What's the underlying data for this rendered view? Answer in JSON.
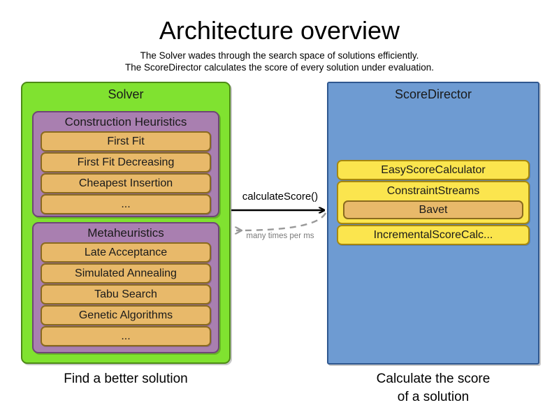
{
  "header": {
    "title": "Architecture overview",
    "subtitles": [
      "The Solver wades through the search space of solutions efficiently.",
      "The ScoreDirector calculates the score of every solution under evaluation."
    ]
  },
  "colors": {
    "solver_panel": "#80E230",
    "solver_panel_border": "#4d8a16",
    "group_box": "#A97FB0",
    "group_box_border": "#6e4676",
    "item_box": "#E8B96A",
    "item_box_border": "#8a6a1e",
    "scoredirector_panel": "#6E9BD2",
    "scoredirector_panel_border": "#2f578f",
    "calc_box": "#FBE54E",
    "calc_box_border": "#a8880d",
    "call_arrow": "#000000",
    "return_arrow": "#999999",
    "background": "#ffffff"
  },
  "solver": {
    "title": "Solver",
    "caption": "Find a better solution",
    "groups": [
      {
        "title": "Construction Heuristics",
        "items": [
          {
            "label": "First Fit"
          },
          {
            "label": "First Fit Decreasing"
          },
          {
            "label": "Cheapest Insertion"
          },
          {
            "label": "..."
          }
        ]
      },
      {
        "title": "Metaheuristics",
        "items": [
          {
            "label": "Late Acceptance"
          },
          {
            "label": "Simulated Annealing"
          },
          {
            "label": "Tabu Search"
          },
          {
            "label": "Genetic Algorithms"
          },
          {
            "label": "..."
          }
        ]
      }
    ]
  },
  "score_director": {
    "title": "ScoreDirector",
    "caption_line1": "Calculate the score",
    "caption_line2": "of a solution",
    "calculators": [
      {
        "label": "EasyScoreCalculator",
        "child": null
      },
      {
        "label": "ConstraintStreams",
        "child": "Bavet"
      },
      {
        "label": "IncrementalScoreCalc...",
        "child": null
      }
    ]
  },
  "arrows": {
    "call_label": "calculateScore()",
    "return_label": "many times per ms"
  }
}
